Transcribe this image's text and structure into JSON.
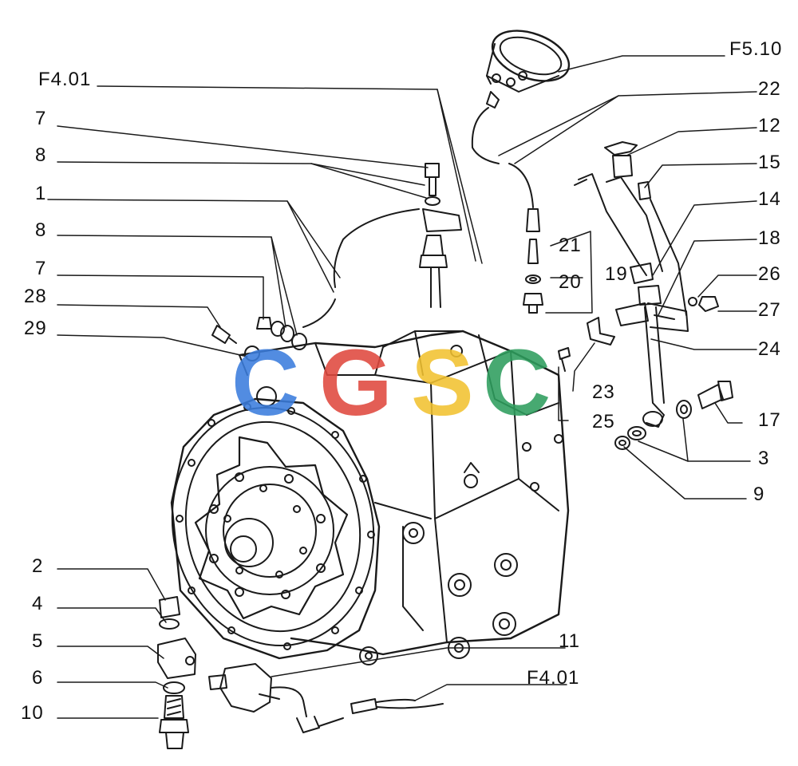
{
  "callouts": {
    "f401_top": "F4.01",
    "c7_top": "7",
    "c8_top": "8",
    "c1": "1",
    "c8_mid": "8",
    "c7_mid": "7",
    "c28": "28",
    "c29": "29",
    "c2": "2",
    "c4": "4",
    "c5": "5",
    "c6": "6",
    "c10": "10",
    "f510": "F5.10",
    "c22": "22",
    "c12": "12",
    "c15": "15",
    "c14": "14",
    "c18": "18",
    "c21": "21",
    "c20": "20",
    "c19": "19",
    "c26": "26",
    "c27": "27",
    "c24": "24",
    "c23": "23",
    "c25": "25",
    "c17": "17",
    "c3": "3",
    "c9": "9",
    "c11": "11",
    "f401_bottom": "F4.01"
  },
  "watermark": {
    "letters": [
      "C",
      "G",
      "S",
      "C"
    ],
    "colors": [
      "#3b7ddd",
      "#e0483e",
      "#f2c230",
      "#2e9e5e"
    ]
  },
  "colors": {
    "line": "#1a1a1a",
    "background": "#ffffff"
  }
}
